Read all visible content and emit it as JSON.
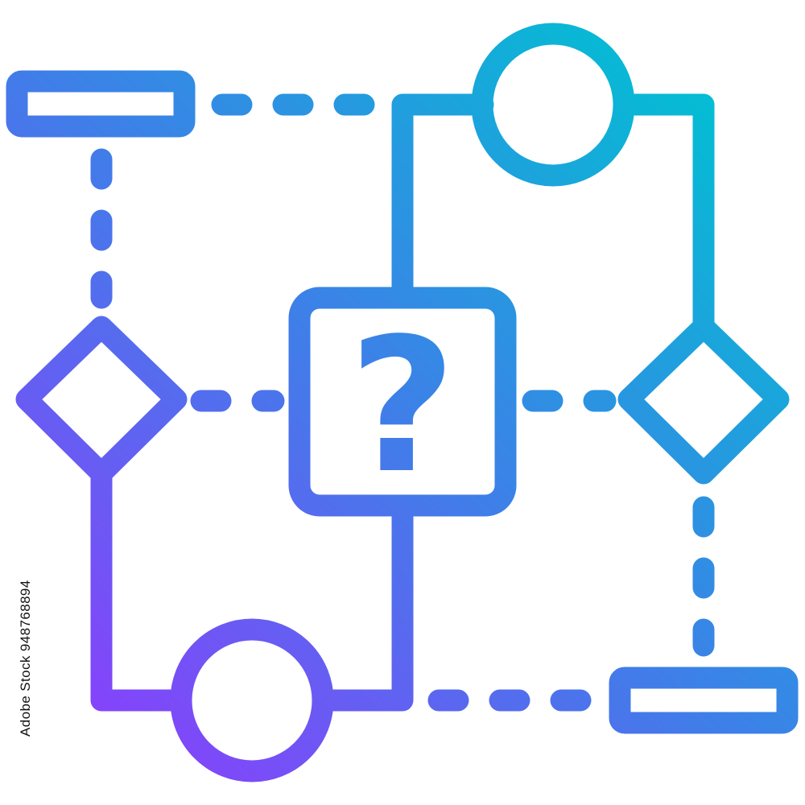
{
  "diagram": {
    "center_symbol": "?",
    "colors": {
      "gradient_start": "#00C1D2",
      "gradient_mid": "#3D80E8",
      "gradient_end": "#8A3FFC"
    },
    "nodes": [
      {
        "id": "top-left-process",
        "shape": "rectangle"
      },
      {
        "id": "top-right-terminal",
        "shape": "circle"
      },
      {
        "id": "center-decision",
        "shape": "rounded-square",
        "label": "?"
      },
      {
        "id": "left-decision",
        "shape": "diamond"
      },
      {
        "id": "right-decision",
        "shape": "diamond"
      },
      {
        "id": "bottom-left-terminal",
        "shape": "circle"
      },
      {
        "id": "bottom-right-process",
        "shape": "rectangle"
      }
    ],
    "edges": [
      {
        "from": "top-left-process",
        "to": "top-right-terminal",
        "style": "dashed"
      },
      {
        "from": "top-left-process",
        "to": "left-decision",
        "style": "dashed"
      },
      {
        "from": "left-decision",
        "to": "center-decision",
        "style": "dashed"
      },
      {
        "from": "center-decision",
        "to": "right-decision",
        "style": "dashed"
      },
      {
        "from": "right-decision",
        "to": "bottom-right-process",
        "style": "dashed"
      },
      {
        "from": "bottom-left-terminal",
        "to": "bottom-right-process",
        "style": "dashed"
      },
      {
        "from": "top-right-terminal",
        "to": "center-decision",
        "style": "solid"
      },
      {
        "from": "top-right-terminal",
        "to": "right-decision",
        "style": "solid"
      },
      {
        "from": "left-decision",
        "to": "bottom-left-terminal",
        "style": "solid"
      },
      {
        "from": "center-decision",
        "to": "bottom-left-terminal",
        "style": "solid"
      }
    ]
  },
  "watermark": {
    "stock_id": "948768894",
    "text": "Adobe Stock"
  }
}
